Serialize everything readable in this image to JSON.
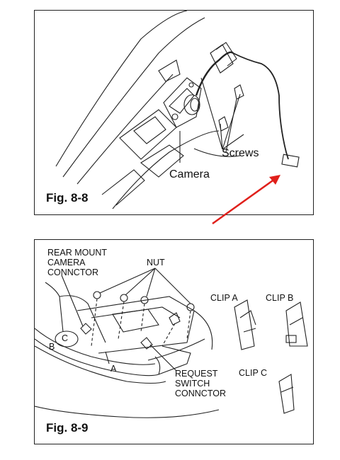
{
  "figures": [
    {
      "caption": "Fig.  8-8",
      "labels": {
        "camera": "Camera",
        "screws": "Screws"
      }
    },
    {
      "caption": "Fig.  8-9",
      "labels": {
        "rear_mount_line1": "REAR MOUNT",
        "rear_mount_line2": "CAMERA",
        "rear_mount_line3": "CONNCTOR",
        "nut": "NUT",
        "clip_a": "CLIP A",
        "clip_b": "CLIP B",
        "clip_c": "CLIP C",
        "letter_a": "A",
        "letter_b": "B",
        "letter_c": "C",
        "request_line1": "REQUEST",
        "request_line2": "SWITCH",
        "request_line3": "CONNCTOR"
      }
    }
  ],
  "colors": {
    "arrow": "#e0201b",
    "line": "#222222"
  }
}
